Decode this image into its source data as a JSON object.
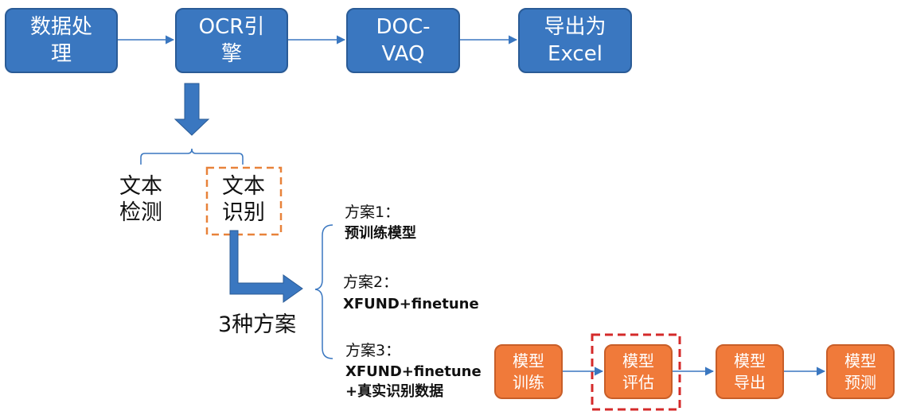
{
  "pipeline": {
    "step1": "数据处\n理",
    "step2": "OCR引\n擎",
    "step3": "DOC-\nVAQ",
    "step4": "导出为\nExcel"
  },
  "ocr": {
    "detect": "文本\n检测",
    "recognize": "文本\n识别"
  },
  "schemes": {
    "label": "3种方案",
    "option1": {
      "title": "方案1：",
      "body": "预训练模型"
    },
    "option2": {
      "title": "方案2：",
      "body": "XFUND+finetune"
    },
    "option3": {
      "title": "方案3：",
      "body": "XFUND+finetune\n+真实识别数据"
    }
  },
  "model_flow": {
    "train": "模型\n训练",
    "evaluate": "模型\n评估",
    "export": "模型\n导出",
    "predict": "模型\n预测"
  },
  "colors": {
    "blue_fill": "#3a77c0",
    "orange_fill": "#f07a3a",
    "highlight_dash": "#e8823a",
    "evaluate_dash": "#d42a2a"
  }
}
